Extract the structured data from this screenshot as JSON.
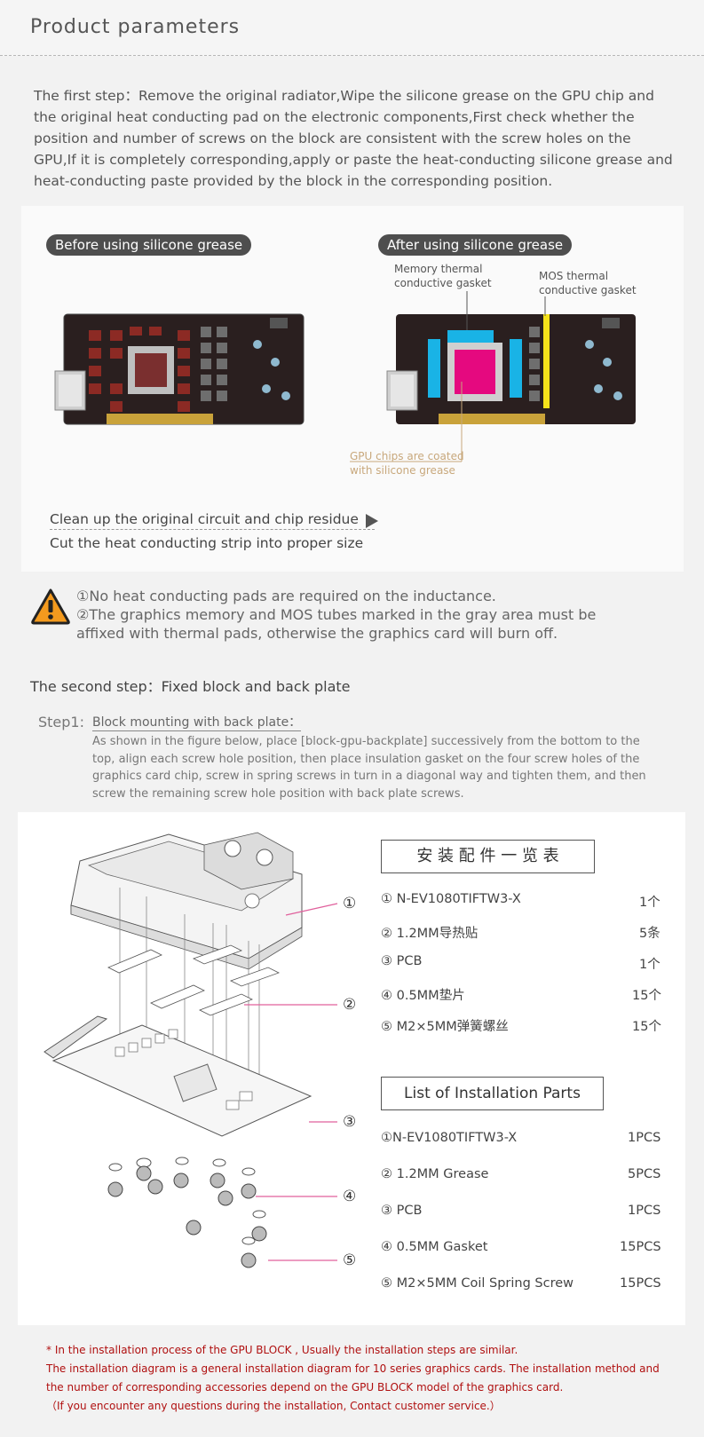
{
  "header": {
    "title": "Product parameters"
  },
  "step1": {
    "text": "The first step：Remove the original radiator,Wipe the silicone grease on the GPU chip and the original heat conducting pad on the electronic components,First check whether the position and number of screws on the block are consistent with the screw holes on the GPU,If it is completely corresponding,apply or paste the heat-conducting silicone grease and heat-conducting paste provided by the block in the corresponding position."
  },
  "before": {
    "label": "Before using silicone grease"
  },
  "after": {
    "label": "After using silicone grease",
    "memory_label": "Memory thermal conductive gasket",
    "mos_label": "MOS thermal conductive gasket",
    "gpu_label": "GPU chips are coated with silicone grease"
  },
  "prep": {
    "line1": "Clean up the original circuit and chip residue",
    "line2": "Cut the heat conducting strip into proper size"
  },
  "warning": {
    "line1": "①No heat conducting pads are required on the inductance.",
    "line2": "②The graphics memory and MOS tubes marked in the gray area must be affixed with thermal pads, otherwise the graphics card will burn off."
  },
  "step2": {
    "title": "The second step：Fixed block and back plate",
    "step_label": "Step1:",
    "mount_title": "Block mounting with back plate：",
    "mount_text": "As shown in the figure below, place [block-gpu-backplate] successively from the bottom to the top, align each screw hole position, then place insulation gasket on the four screw holes of the graphics card chip, screw in spring screws in turn in a diagonal way and tighten them, and then screw the remaining screw hole position with back plate screws."
  },
  "callouts": [
    "①",
    "②",
    "③",
    "④",
    "⑤"
  ],
  "parts_cn": {
    "title": "安 装 配 件 一 览 表",
    "items": [
      {
        "name": "① N-EV1080TIFTW3-X",
        "qty": "1个"
      },
      {
        "name": "② 1.2MM导热贴",
        "qty": "5条"
      },
      {
        "name": "③ PCB",
        "qty": "1个"
      },
      {
        "name": "④ 0.5MM垫片",
        "qty": "15个"
      },
      {
        "name": "⑤ M2×5MM弹簧螺丝",
        "qty": "15个"
      }
    ]
  },
  "parts_en": {
    "title": "List of Installation Parts",
    "items": [
      {
        "name": "①N-EV1080TIFTW3-X",
        "qty": "1PCS"
      },
      {
        "name": "② 1.2MM Grease",
        "qty": "5PCS"
      },
      {
        "name": "③ PCB",
        "qty": "1PCS"
      },
      {
        "name": "④ 0.5MM Gasket",
        "qty": "15PCS"
      },
      {
        "name": "⑤ M2×5MM Coil Spring Screw",
        "qty": "15PCS"
      }
    ]
  },
  "note": {
    "line1": "* In the installation process of the GPU BLOCK , Usually the installation steps are similar.",
    "line2": "The installation diagram is a general installation diagram for 10 series graphics cards. The installation method and the number of corresponding accessories depend on the GPU BLOCK model of the graphics card.",
    "line3": "（If you encounter any questions during the installation, Contact customer service.）"
  },
  "colors": {
    "memory_pad": "#19b3e6",
    "gpu_grease": "#e5097f",
    "mos_pad": "#f5e21a",
    "vrm_pad": "#9b2a25",
    "callout_line": "#e0609c",
    "note_text": "#b01010"
  }
}
